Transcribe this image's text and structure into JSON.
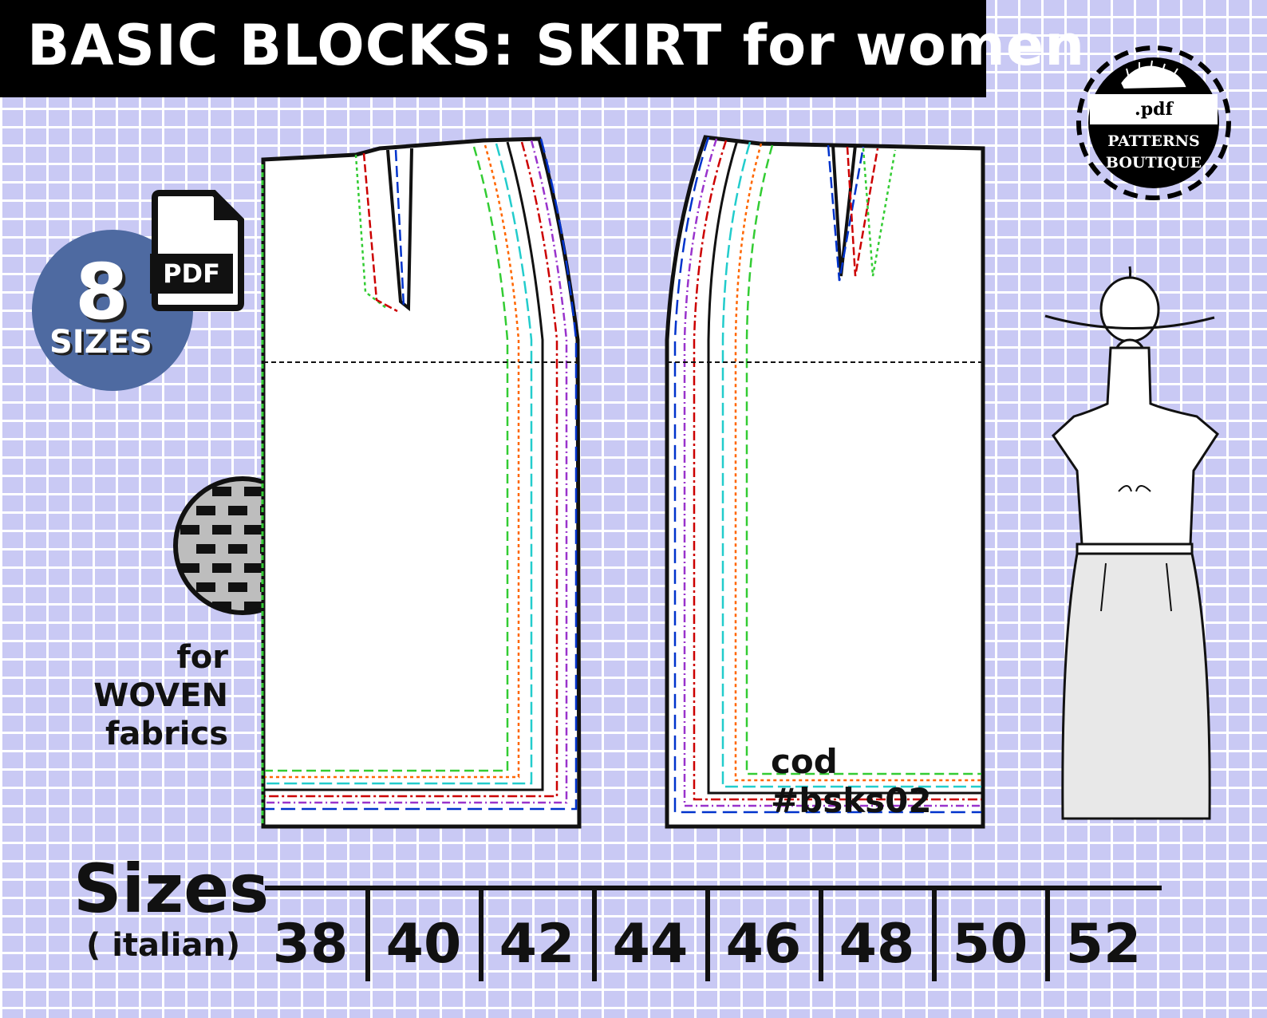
{
  "header": {
    "title": "BASIC BLOCKS: SKIRT for women"
  },
  "logo": {
    "format": ".pdf",
    "brand_line1": "PATTERNS",
    "brand_line2": "BOUTIQUE",
    "icon": "hedgehog-icon"
  },
  "badges": {
    "sizes_count": "8",
    "sizes_word": "SIZES",
    "file_type": "PDF",
    "fabric_line1": "for",
    "fabric_line2": "WOVEN",
    "fabric_line3": "fabrics"
  },
  "pattern": {
    "code": "cod #bsks02",
    "size_line_colors": [
      "#000000",
      "#22cccc",
      "#ff6600",
      "#33cc33",
      "#cc0000",
      "#9933cc",
      "#0033cc",
      "#ff00ff"
    ]
  },
  "sizes": {
    "heading": "Sizes",
    "subheading": "( italian)",
    "values": [
      "38",
      "40",
      "42",
      "44",
      "46",
      "48",
      "50",
      "52"
    ]
  },
  "colors": {
    "background": "#c9c9f4",
    "badge_blue": "#4e6aa1",
    "skirt_fill": "#e8e8e8"
  }
}
